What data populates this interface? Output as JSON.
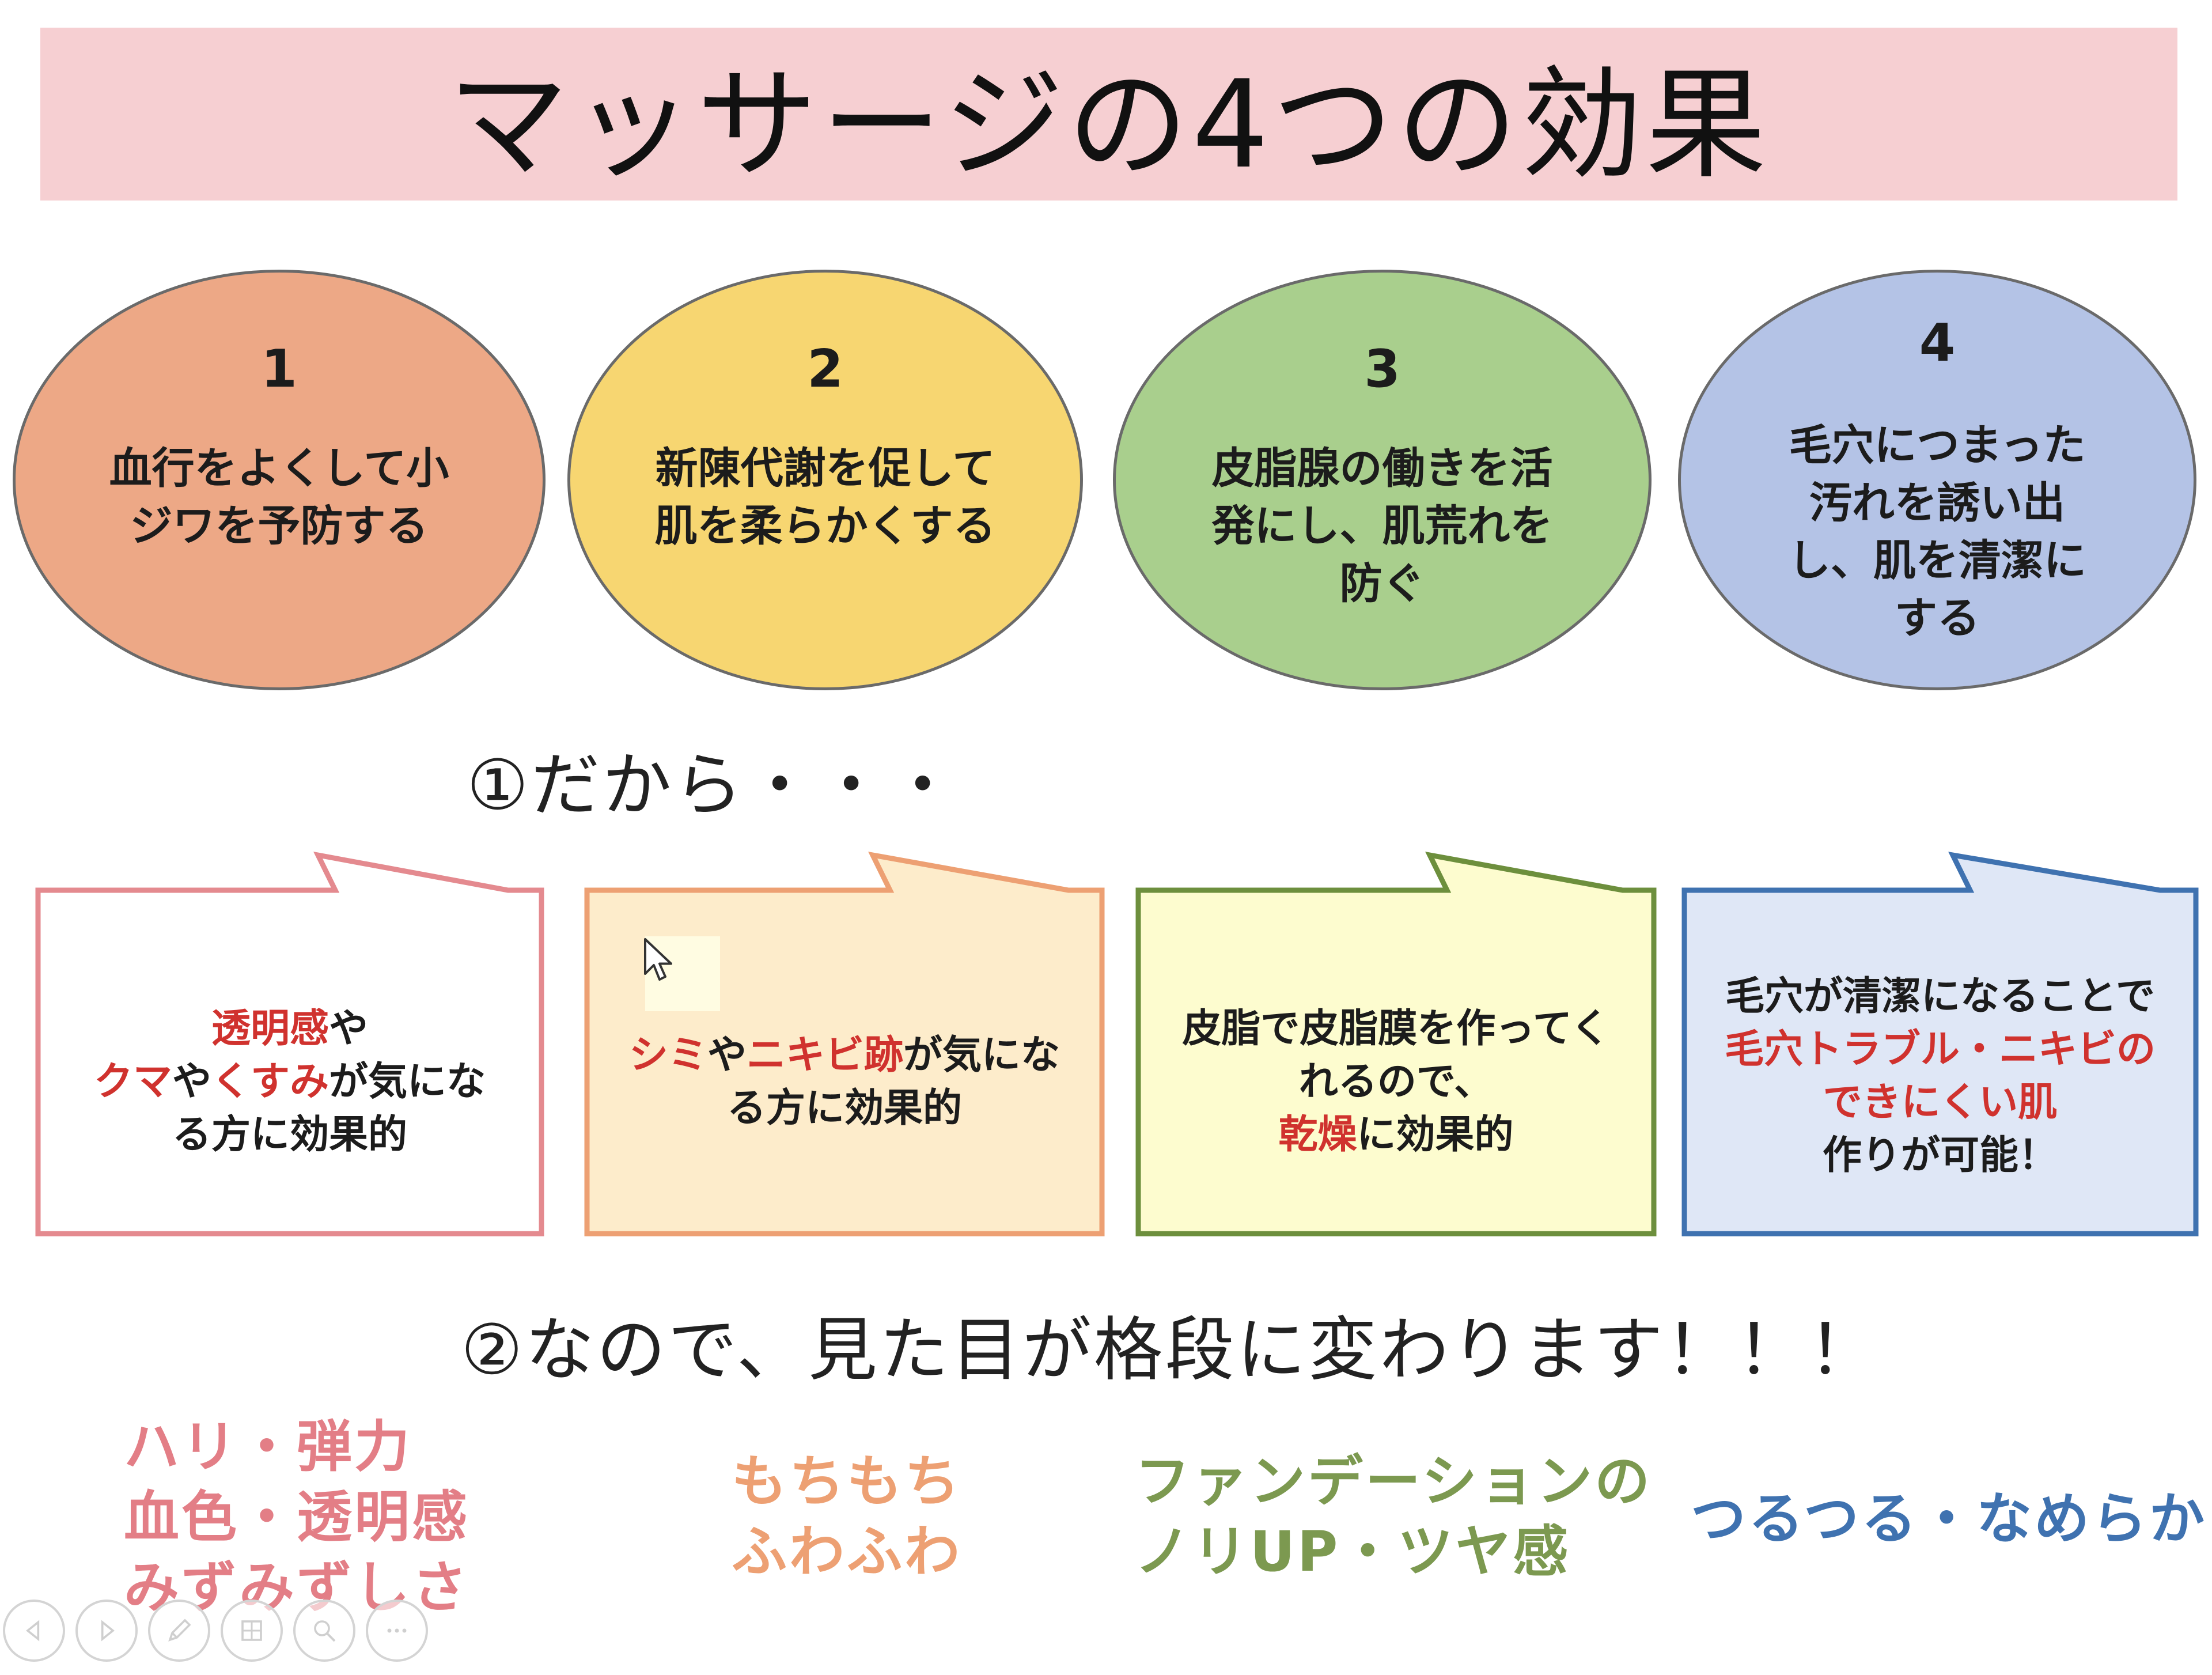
{
  "title": "マッサージの4つの効果",
  "effects": [
    {
      "number": "1",
      "text": "血行をよくして小ジワを予防する",
      "color": "#eda886"
    },
    {
      "number": "2",
      "text": "新陳代謝を促して肌を柔らかくする",
      "color": "#f7d671"
    },
    {
      "number": "3",
      "text": "皮脂腺の働きを活発にし、肌荒れを防ぐ",
      "color": "#a9cf8d"
    },
    {
      "number": "4",
      "text": "毛穴につまった汚れを誘い出し、肌を清潔にする",
      "color": "#b4c3e6"
    }
  ],
  "section1": "①だから・・・",
  "speech": {
    "b1": {
      "l1_hl": "透明感",
      "l1_tail": "や",
      "l2_hl_a": "クマ",
      "l2_mid": "や",
      "l2_hl_b": "くすみ",
      "l2_tail": "が気にな",
      "l3": "る方に効果的",
      "border": "#e48a8f"
    },
    "b2": {
      "hl_a": "シミ",
      "mid": "や",
      "hl_b": "ニキビ跡",
      "tail": "が気にな",
      "l2": "る方に効果的",
      "border": "#eda073"
    },
    "b3": {
      "l1": "皮脂で皮脂膜を作ってく",
      "l2": "れるので、",
      "l3_hl": "乾燥",
      "l3_tail": "に効果的",
      "border": "#6d8f3d"
    },
    "b4": {
      "l1": "毛穴が清潔になることで",
      "l2_hl": "毛穴トラブル・ニキビの",
      "l3_hl": "できにくい肌",
      "l4": "作りが可能！",
      "border": "#3f72b0"
    }
  },
  "section2": "②なので、見た目が格段に変わります！！！",
  "results": {
    "r1": [
      "ハリ・弾力",
      "血色・透明感",
      "みずみずしさ"
    ],
    "r2": [
      "もちもち",
      "ふわふわ"
    ],
    "r3": [
      "ファンデーションの",
      "ノリUP・ツヤ感"
    ],
    "r4": [
      "つるつる・なめらか"
    ]
  },
  "toolbar_icons": [
    "previous-icon",
    "next-icon",
    "pen-icon",
    "slides-icon",
    "zoom-icon",
    "more-icon"
  ]
}
